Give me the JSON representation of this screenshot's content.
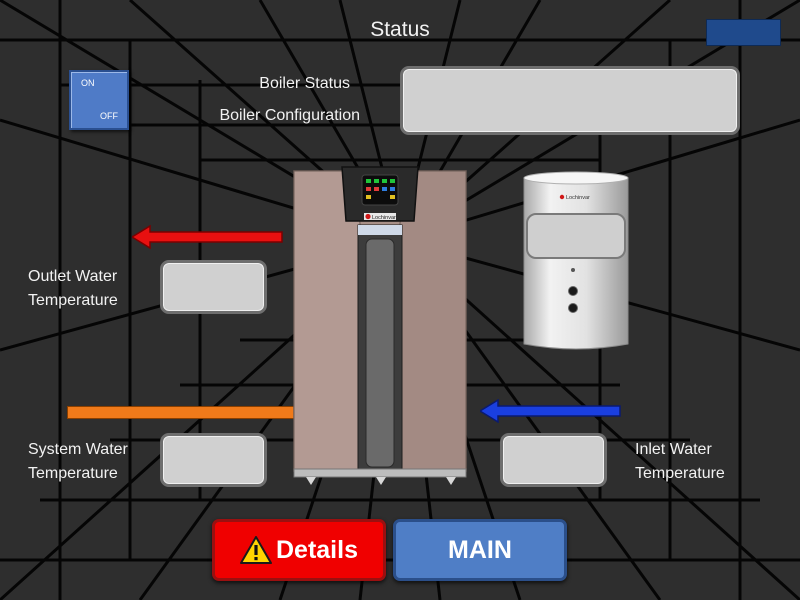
{
  "header": {
    "title": "Status"
  },
  "power_toggle": {
    "on_label": "ON",
    "off_label": "OFF"
  },
  "boiler": {
    "status_label": "Boiler Status",
    "configuration_label": "Boiler Configuration",
    "status_value": "",
    "brand_label": "Lochinvar"
  },
  "temperatures": {
    "outlet_label_line1": "Outlet Water",
    "outlet_label_line2": "Temperature",
    "outlet_value": "",
    "system_label_line1": "System Water",
    "system_label_line2": "Temperature",
    "system_value": "",
    "inlet_label_line1": "Inlet Water",
    "inlet_label_line2": "Temperature",
    "inlet_value": ""
  },
  "tank": {
    "brand_label": "Lochinvar",
    "value": ""
  },
  "footer": {
    "details_label": "Details",
    "main_label": "MAIN"
  },
  "colors": {
    "outlet_arrow": "#e81010",
    "system_pipe": "#f07a1a",
    "inlet_arrow": "#1a3fe0",
    "details_button": "#f00000",
    "main_button": "#4f7ec6",
    "corner_button": "#1f4a8c"
  }
}
